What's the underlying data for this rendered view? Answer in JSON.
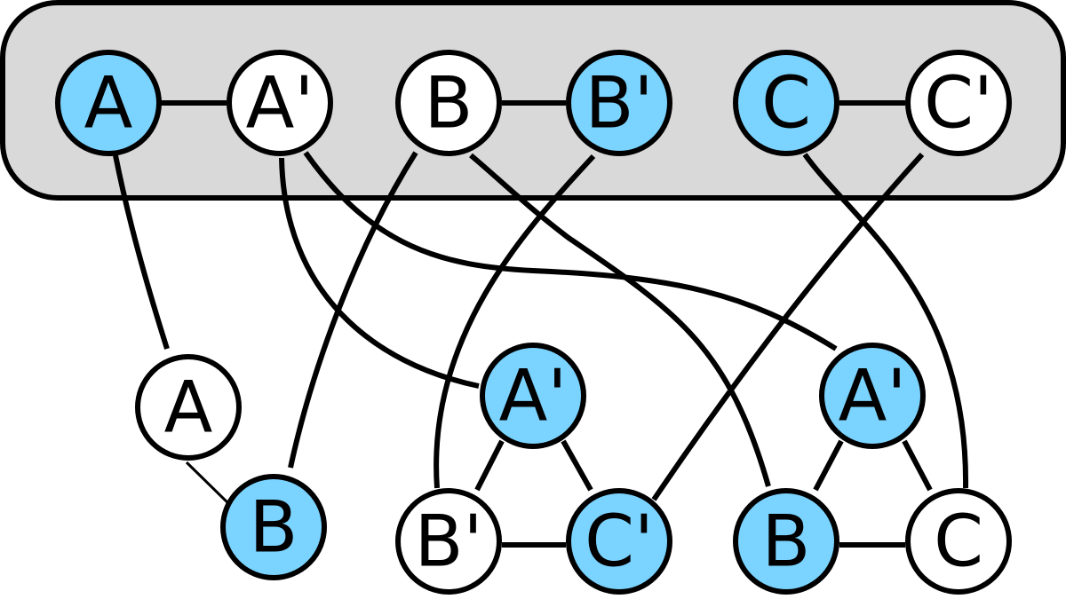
{
  "colors": {
    "highlight": "#7bd3ff",
    "plain": "#ffffff",
    "group": "#d9d9d9",
    "stroke": "#000000"
  },
  "top_group": {
    "nodes": [
      {
        "id": "t-a",
        "label": "A",
        "highlighted": true
      },
      {
        "id": "t-a-prime",
        "label": "A'",
        "highlighted": false
      },
      {
        "id": "t-b",
        "label": "B",
        "highlighted": false
      },
      {
        "id": "t-b-prime",
        "label": "B'",
        "highlighted": true
      },
      {
        "id": "t-c",
        "label": "C",
        "highlighted": true
      },
      {
        "id": "t-c-prime",
        "label": "C'",
        "highlighted": false
      }
    ]
  },
  "gadget_1": {
    "nodes": [
      {
        "id": "g1-a",
        "label": "A",
        "highlighted": false
      },
      {
        "id": "g1-b",
        "label": "B",
        "highlighted": true
      }
    ]
  },
  "gadget_2": {
    "nodes": [
      {
        "id": "g2-a-prime",
        "label": "A'",
        "highlighted": true
      },
      {
        "id": "g2-b-prime",
        "label": "B'",
        "highlighted": false
      },
      {
        "id": "g2-c-prime",
        "label": "C'",
        "highlighted": true
      }
    ]
  },
  "gadget_3": {
    "nodes": [
      {
        "id": "g3-a-prime",
        "label": "A'",
        "highlighted": true
      },
      {
        "id": "g3-b",
        "label": "B",
        "highlighted": true
      },
      {
        "id": "g3-c",
        "label": "C",
        "highlighted": false
      }
    ]
  }
}
